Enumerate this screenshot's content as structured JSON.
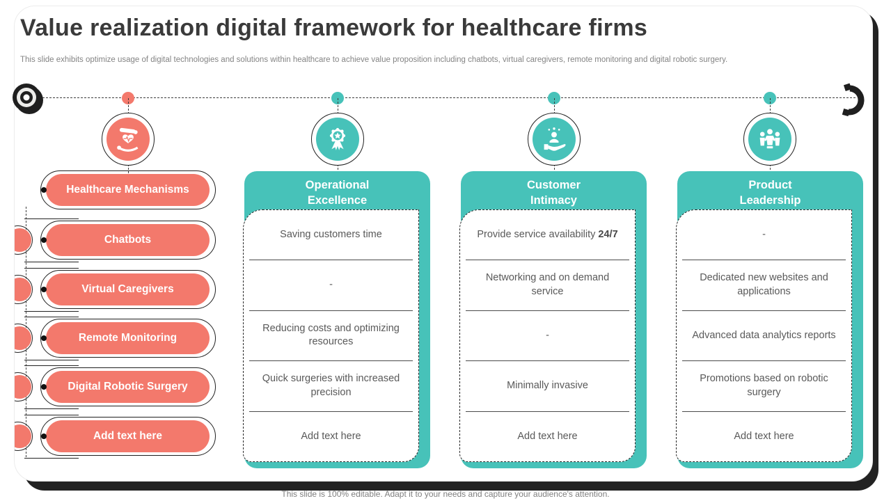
{
  "slide": {
    "title": "Value realization digital framework for healthcare firms",
    "subtitle": "This slide exhibits optimize usage of digital technologies and solutions within healthcare to achieve value proposition including chatbots, virtual caregivers, remote monitoring and digital robotic surgery.",
    "footer": "This slide is 100% editable. Adapt it to your needs and capture your audience's attention."
  },
  "colors": {
    "coral": "#F3796C",
    "teal": "#47C2B9",
    "title_text": "#3A3A3A",
    "body_text": "#595959",
    "muted_text": "#7F7F7F"
  },
  "timeline": {
    "icons": [
      {
        "name": "hands-heart-icon",
        "color": "#F3796C"
      },
      {
        "name": "award-medal-icon",
        "color": "#47C2B9"
      },
      {
        "name": "customer-in-hand-icon",
        "color": "#47C2B9"
      },
      {
        "name": "team-icon",
        "color": "#47C2B9"
      }
    ],
    "left_marker": "target-donut-icon",
    "right_marker": "curved-arrow-icon"
  },
  "pills": [
    "Healthcare Mechanisms",
    "Chatbots",
    "Virtual Caregivers",
    "Remote Monitoring",
    "Digital Robotic Surgery",
    "Add text here"
  ],
  "columns": [
    {
      "header": "Operational Excellence",
      "rows": [
        {
          "text": "Saving customers time"
        },
        {
          "text": "-"
        },
        {
          "text": "Reducing costs and optimizing resources"
        },
        {
          "text": "Quick surgeries with increased precision"
        },
        {
          "text": "Add text here"
        }
      ]
    },
    {
      "header": "Customer Intimacy",
      "rows": [
        {
          "text": "Provide service availability",
          "bold": "24/7"
        },
        {
          "text": "Networking and on demand service"
        },
        {
          "text": "-"
        },
        {
          "text": "Minimally invasive"
        },
        {
          "text": "Add text here"
        }
      ]
    },
    {
      "header": "Product Leadership",
      "rows": [
        {
          "text": "-"
        },
        {
          "text": "Dedicated new websites and applications"
        },
        {
          "text": "Advanced data analytics reports"
        },
        {
          "text": "Promotions based on robotic surgery"
        },
        {
          "text": "Add text here"
        }
      ]
    }
  ]
}
